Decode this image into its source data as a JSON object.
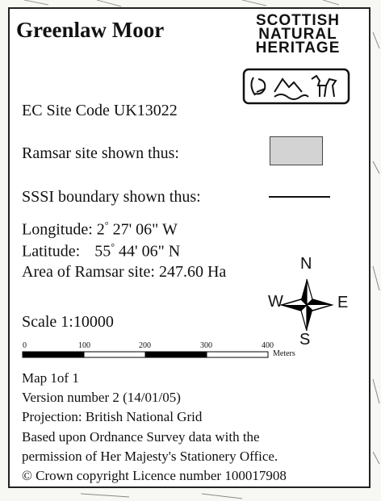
{
  "title": "Greenlaw Moor",
  "org": {
    "line1": "SCOTTISH",
    "line2": "NATURAL",
    "line3": "HERITAGE"
  },
  "site_code": "EC Site Code UK13022",
  "legend": {
    "ramsar_label": "Ramsar site shown thus:",
    "ramsar_color": "#d3d3d3",
    "sssi_label": "SSSI boundary shown thus:"
  },
  "location": {
    "longitude_label": "Longitude:",
    "longitude_deg": "2",
    "longitude_rest": "27' 06\" W",
    "latitude_label": "Latitude:",
    "latitude_deg": "55",
    "latitude_rest": "44' 06\" N",
    "area": "Area of Ramsar site: 247.60 Ha"
  },
  "compass": {
    "n": "N",
    "e": "E",
    "s": "S",
    "w": "W"
  },
  "scale": {
    "label": "Scale 1:10000",
    "ticks": [
      "0",
      "100",
      "200",
      "300",
      "400"
    ],
    "unit": "Meters"
  },
  "footer": {
    "map": "Map 1of 1",
    "version": "Version number 2 (14/01/05)",
    "projection": "Projection: British National Grid",
    "based1": "Based upon Ordnance Survey data with the",
    "based2": "permission of Her Majesty's Stationery Office.",
    "copyright": "© Crown copyright  Licence number 100017908"
  }
}
